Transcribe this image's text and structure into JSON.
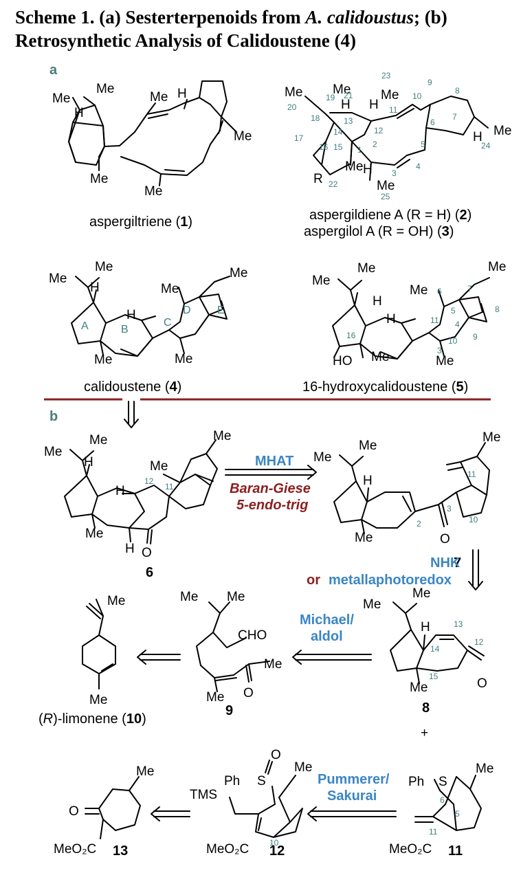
{
  "title": {
    "line1_prefix": "Scheme 1. (a) Sesterterpenoids from ",
    "line1_italic": "A. calidoustus",
    "line1_suffix": "; (b)",
    "line2": "Retrosynthetic Analysis of Calidoustene (4)"
  },
  "section_a": "a",
  "section_b": "b",
  "labels": {
    "me": "Me",
    "h": "H",
    "r": "R",
    "ho": "HO",
    "o": "O",
    "cho": "CHO",
    "ph": "Ph",
    "s": "S",
    "tms": "TMS",
    "meo2c": "MeO₂C",
    "plus": "+"
  },
  "ring_letters": [
    "A",
    "B",
    "C",
    "D",
    "E"
  ],
  "compounds": {
    "c1": {
      "name": "aspergiltriene (",
      "num": "1",
      "close": ")"
    },
    "c2": {
      "name": "aspergildiene A (R = H) (",
      "num": "2",
      "close": ")"
    },
    "c3": {
      "name": "aspergilol A (R = OH) (",
      "num": "3",
      "close": ")"
    },
    "c4": {
      "name": "calidoustene (",
      "num": "4",
      "close": ")"
    },
    "c5": {
      "name": "16-hydroxycalidoustene (",
      "num": "5",
      "close": ")"
    },
    "c6": {
      "num": "6"
    },
    "c7": {
      "num": "7"
    },
    "c8": {
      "num": "8"
    },
    "c9": {
      "num": "9"
    },
    "c10": {
      "prefix": "(",
      "italic": "R",
      "name": ")-limonene (",
      "num": "10",
      "close": ")"
    },
    "c11": {
      "num": "11"
    },
    "c12": {
      "num": "12"
    },
    "c13": {
      "num": "13"
    }
  },
  "arrows": {
    "mhat": "MHAT",
    "baran_giese": "Baran-Giese",
    "endo_trig": "5-endo-trig",
    "nhk": "NHK",
    "or": "or",
    "metallaphotoredox": "metallaphotoredox",
    "michael": "Michael/",
    "aldol": "aldol",
    "pummerer": "Pummerer/",
    "sakurai": "Sakurai"
  },
  "atom_numbers": {
    "aspergildiene": [
      "1",
      "2",
      "3",
      "4",
      "5",
      "6",
      "7",
      "8",
      "9",
      "10",
      "11",
      "12",
      "13",
      "14",
      "15",
      "16",
      "17",
      "18",
      "19",
      "20",
      "21",
      "22",
      "23",
      "24",
      "25"
    ],
    "hydroxycalidoustene": [
      "3",
      "4",
      "5",
      "6",
      "7",
      "8",
      "9",
      "10",
      "11",
      "16"
    ],
    "cmpd6": [
      "11",
      "12"
    ],
    "cmpd7": [
      "2",
      "3",
      "10",
      "11"
    ],
    "cmpd8": [
      "12",
      "13",
      "14",
      "15"
    ],
    "cmpd11": [
      "5",
      "6",
      "11"
    ],
    "cmpd12": [
      "10"
    ]
  },
  "colors": {
    "teal": "#3f7f7f",
    "section": "#4a7b7b",
    "blue": "#3a86c5",
    "red": "#8b2020",
    "divider": "#8b2020"
  }
}
